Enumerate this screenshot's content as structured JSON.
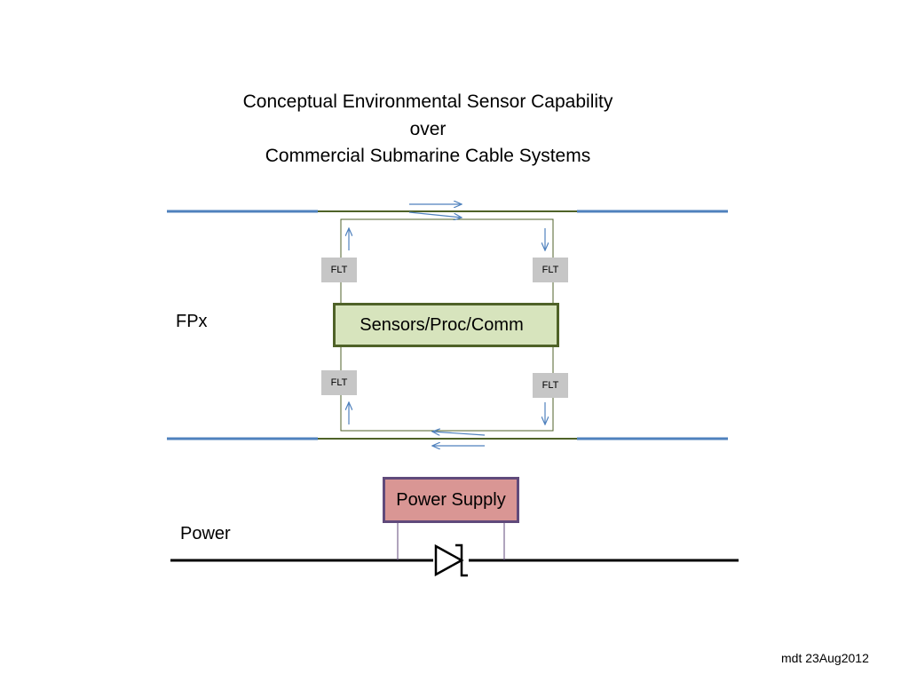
{
  "title": {
    "line1": "Conceptual Environmental Sensor Capability",
    "line2": "over",
    "line3": "Commercial Submarine Cable Systems"
  },
  "labels": {
    "fpx": "FPx",
    "power": "Power"
  },
  "filters": {
    "top_left": "FLT",
    "top_right": "FLT",
    "bottom_left": "FLT",
    "bottom_right": "FLT"
  },
  "sensor_box": {
    "label": "Sensors/Proc/Comm"
  },
  "power_box": {
    "label": "Power Supply"
  },
  "footer": "mdt 23Aug2012",
  "colors": {
    "fiber_line": "#4f81bd",
    "tap_line": "#4f6228",
    "arrow": "#4f81bd",
    "sensor_fill": "#d7e4bd",
    "sensor_border": "#4f6228",
    "power_fill": "#d99694",
    "power_border": "#604a7b",
    "flt_fill": "#c6c6c6"
  }
}
